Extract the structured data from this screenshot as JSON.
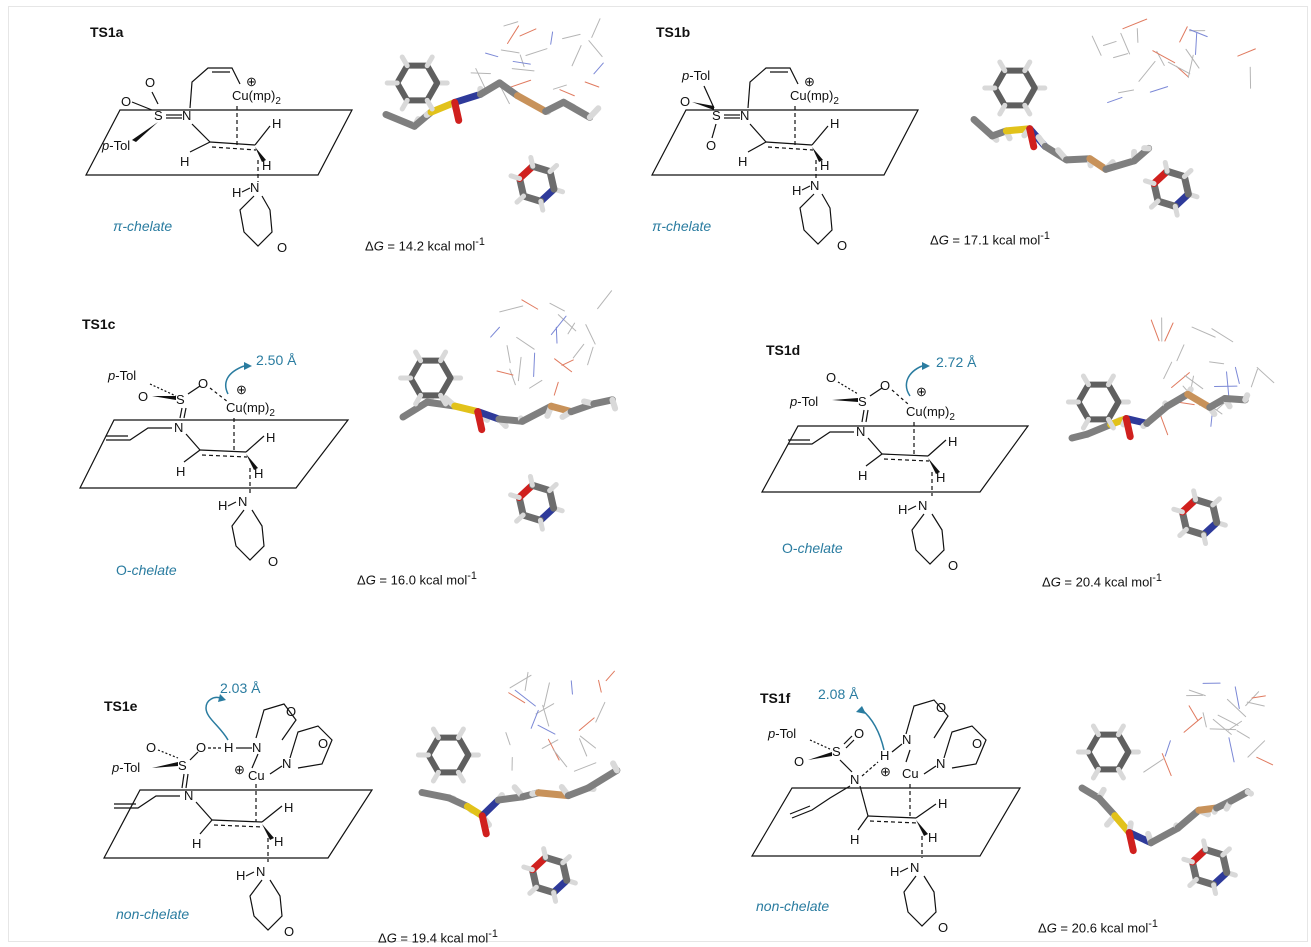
{
  "colors": {
    "accent": "#2a7ca0",
    "carbon": "#7f7f7f",
    "hydrogen": "#d9d9d9",
    "nitrogen": "#2e3a9a",
    "oxygen": "#d0201e",
    "sulfur": "#e2c21a",
    "copper": "#c8925a"
  },
  "atoms": {
    "S": "S",
    "N": "N",
    "O": "O",
    "H": "H",
    "cu": "Cu(mp)",
    "cu_sub": "2",
    "cu_bare": "Cu",
    "ptol": "p",
    "ptol_rest": "-Tol",
    "plus": "⊕"
  },
  "panels": [
    {
      "id": "TS1a",
      "label": "TS1a",
      "chelate": "π-chelate",
      "dg_prefix": "Δ",
      "dg_var": "G",
      "dg_value": " = 14.2 kcal mol",
      "dg_exp": "-1"
    },
    {
      "id": "TS1b",
      "label": "TS1b",
      "chelate": "π-chelate",
      "dg_prefix": "Δ",
      "dg_var": "G",
      "dg_value": " = 17.1 kcal mol",
      "dg_exp": "-1"
    },
    {
      "id": "TS1c",
      "label": "TS1c",
      "chelate_pre": "O-",
      "chelate": "chelate",
      "distance": "2.50 Å",
      "dg_prefix": "Δ",
      "dg_var": "G",
      "dg_value": " = 16.0 kcal mol",
      "dg_exp": "-1"
    },
    {
      "id": "TS1d",
      "label": "TS1d",
      "chelate_pre": "O-",
      "chelate": "chelate",
      "distance": "2.72 Å",
      "dg_prefix": "Δ",
      "dg_var": "G",
      "dg_value": " = 20.4 kcal mol",
      "dg_exp": "-1"
    },
    {
      "id": "TS1e",
      "label": "TS1e",
      "chelate": "non-chelate",
      "distance": "2.03 Å",
      "dg_prefix": "Δ",
      "dg_var": "G",
      "dg_value": " = 19.4 kcal mol",
      "dg_exp": "-1"
    },
    {
      "id": "TS1f",
      "label": "TS1f",
      "chelate": "non-chelate",
      "distance": "2.08 Å",
      "dg_prefix": "Δ",
      "dg_var": "G",
      "dg_value": " =  20.6 kcal mol",
      "dg_exp": "-1"
    }
  ]
}
